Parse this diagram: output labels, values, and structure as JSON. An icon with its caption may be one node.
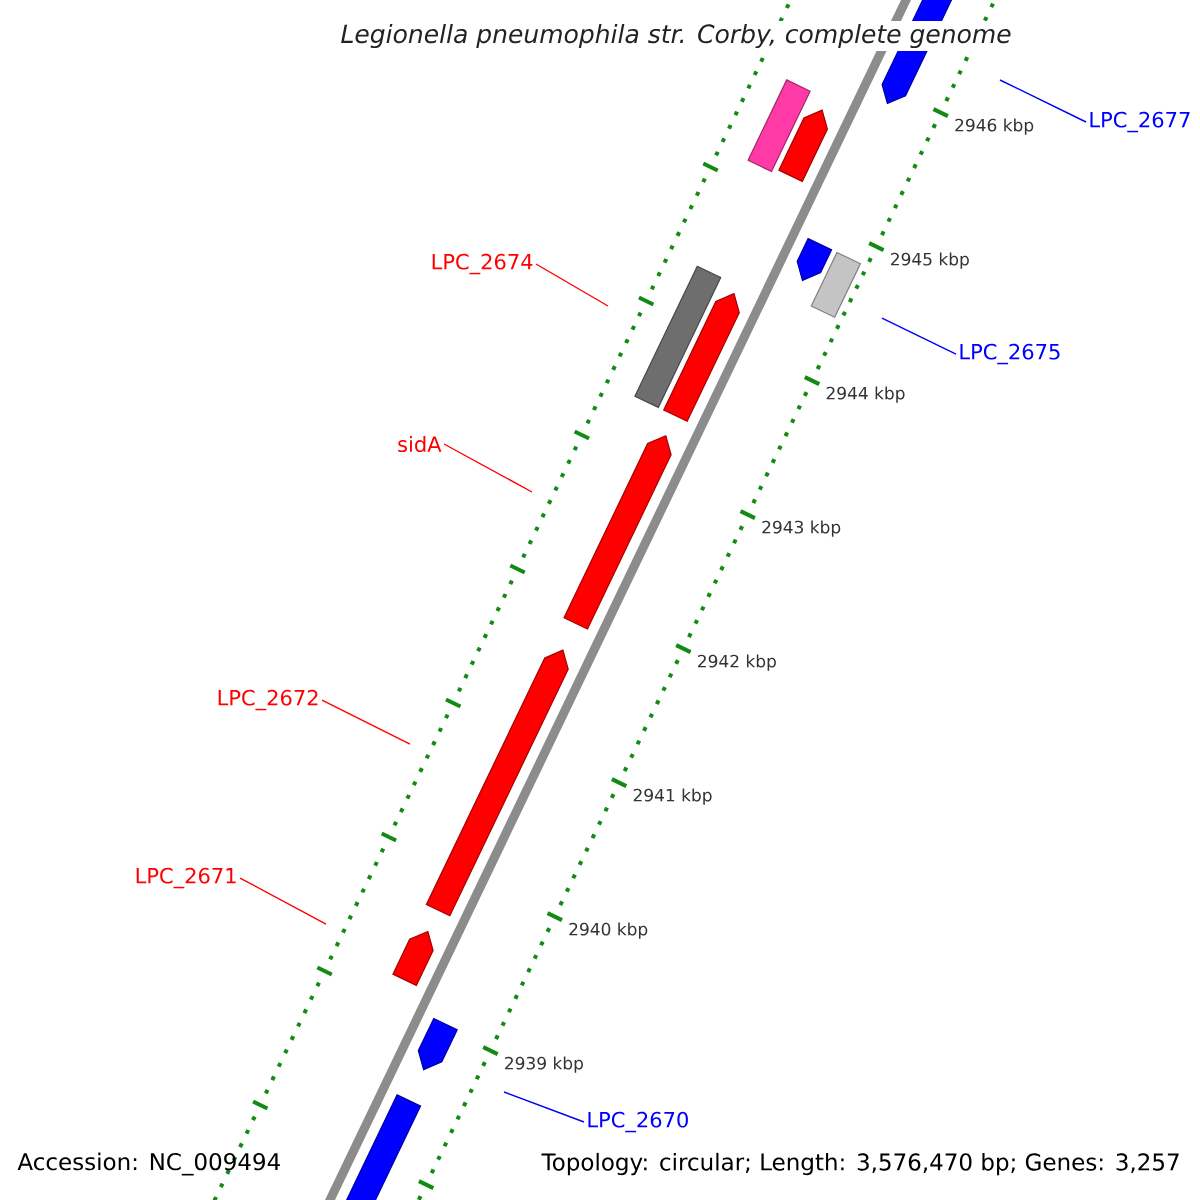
{
  "diagram": {
    "title": "Legionella pneumophila str. Corby, complete genome",
    "nodes": [
      {
        "text": [
          "LPC_2677"
        ]
      },
      {
        "text": [
          "LPC_2674"
        ]
      },
      {
        "text": [
          "LPC_2675"
        ]
      },
      {
        "text": [
          "sidA"
        ]
      },
      {
        "text": [
          "LPC_2672"
        ]
      },
      {
        "text": [
          "LPC_2671"
        ]
      },
      {
        "text": [
          "LPC_2670"
        ]
      }
    ],
    "edges": [
      {
        "from": 0,
        "to": null,
        "arrow": "none",
        "color": "#0000ff"
      },
      {
        "from": 1,
        "to": null,
        "arrow": "none"
      },
      {
        "from": 2,
        "to": null,
        "arrow": "none",
        "color": "#0000ff"
      },
      {
        "from": 3,
        "to": null,
        "arrow": "none"
      },
      {
        "from": 4,
        "to": null,
        "arrow": "none"
      },
      {
        "from": 5,
        "to": null,
        "arrow": "none"
      },
      {
        "from": 6,
        "to": null,
        "arrow": "none",
        "color": "#0000ff"
      }
    ],
    "labels": [
      "2946 kbp",
      "2945 kbp",
      "2944 kbp",
      "2943 kbp",
      "2942 kbp",
      "2941 kbp",
      "2940 kbp",
      "2939 kbp",
      "Accession: NC_009494",
      "Topology: circular; Length: 3,576,470 bp; Genes: 3,257"
    ]
  }
}
